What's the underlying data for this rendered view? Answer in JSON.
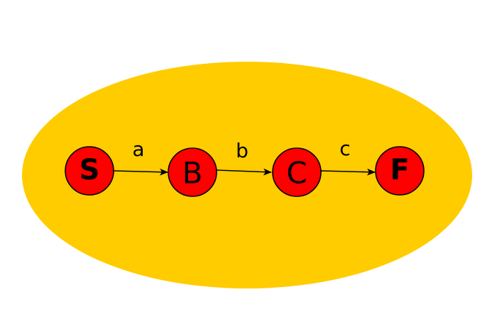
{
  "diagram": {
    "background_color": "#ffffff",
    "region_color": "#ffcc00",
    "node_color": "#ff0000",
    "node_stroke": "#000000",
    "edge_color": "#000000",
    "nodes": [
      {
        "id": "S",
        "label": "S"
      },
      {
        "id": "B",
        "label": "B"
      },
      {
        "id": "C",
        "label": "C"
      },
      {
        "id": "F",
        "label": "F"
      }
    ],
    "edges": [
      {
        "from": "S",
        "to": "B",
        "label": "a"
      },
      {
        "from": "B",
        "to": "C",
        "label": "b"
      },
      {
        "from": "C",
        "to": "F",
        "label": "c"
      }
    ]
  }
}
